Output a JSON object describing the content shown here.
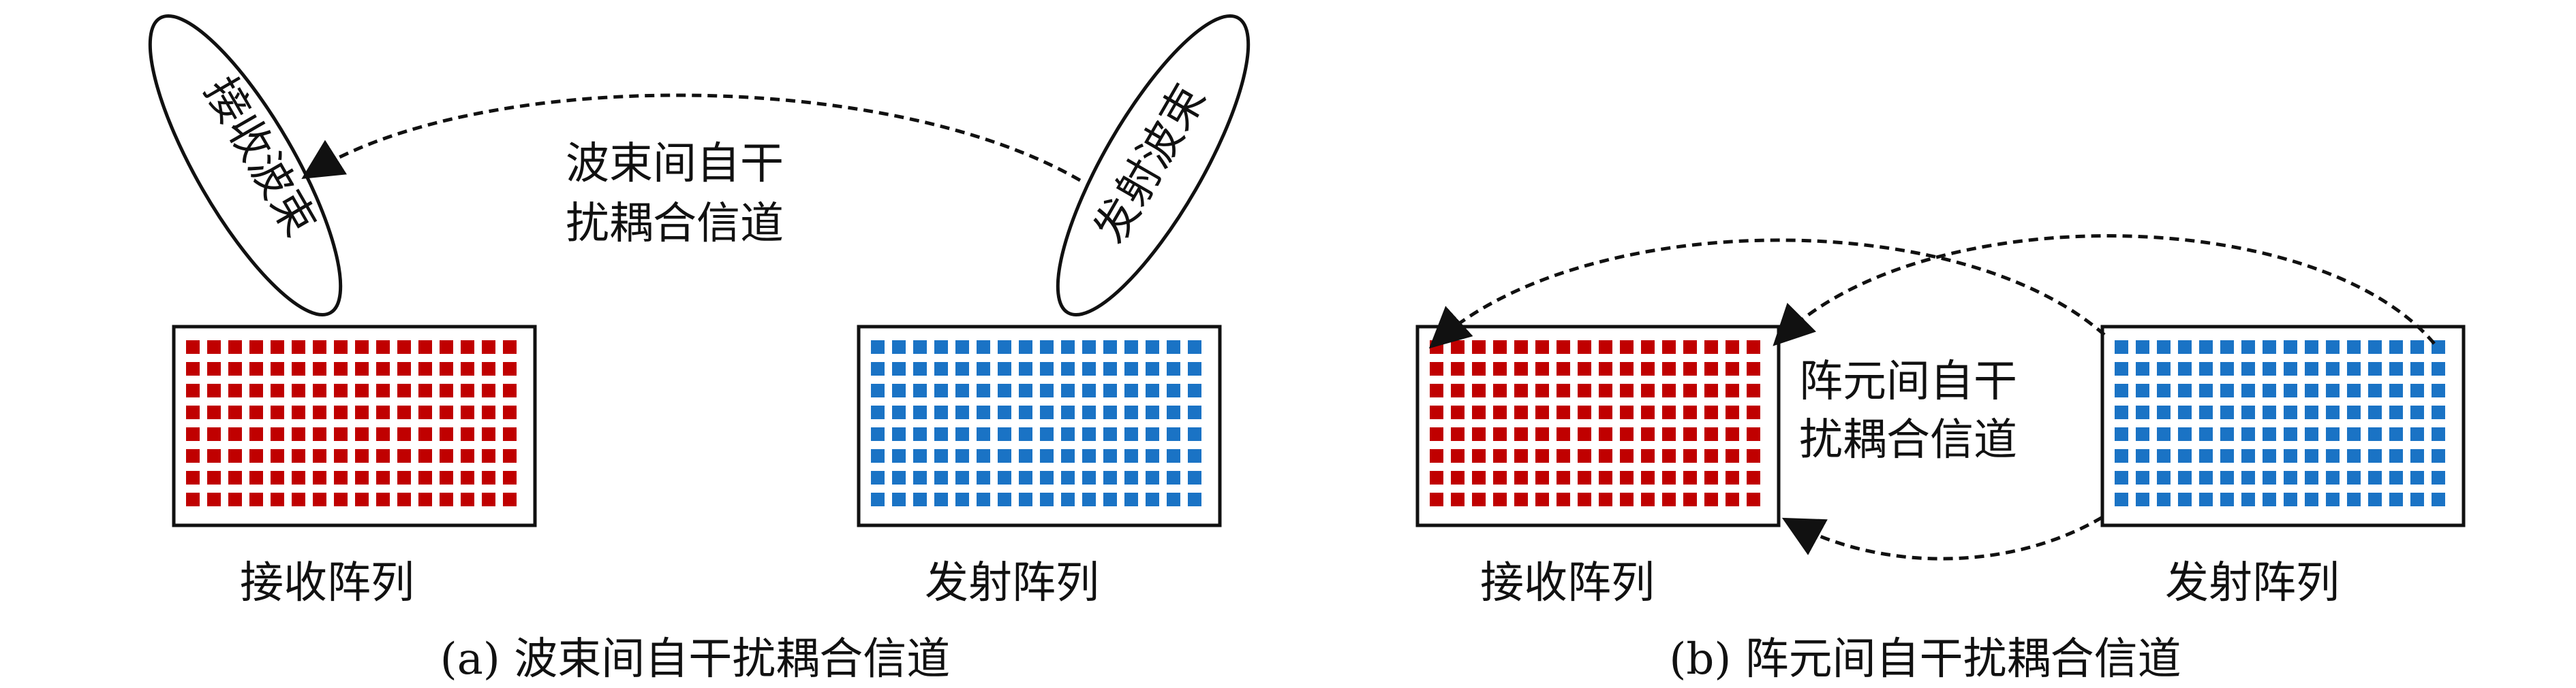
{
  "panel_a": {
    "rx_beam_label": "接收波束",
    "tx_beam_label": "发射波束",
    "channel_label_line1": "波束间自干",
    "channel_label_line2": "扰耦合信道",
    "rx_array_label": "接收阵列",
    "tx_array_label": "发射阵列",
    "caption": "(a) 波束间自干扰耦合信道"
  },
  "panel_b": {
    "channel_label_line1": "阵元间自干",
    "channel_label_line2": "扰耦合信道",
    "rx_array_label": "接收阵列",
    "tx_array_label": "发射阵列",
    "caption": "(b) 阵元间自干扰耦合信道"
  },
  "colors": {
    "rx_element": "#c00000",
    "tx_element": "#1a73c5",
    "stroke": "#111111"
  },
  "icons": {
    "arrowhead": "arrowhead-icon"
  }
}
